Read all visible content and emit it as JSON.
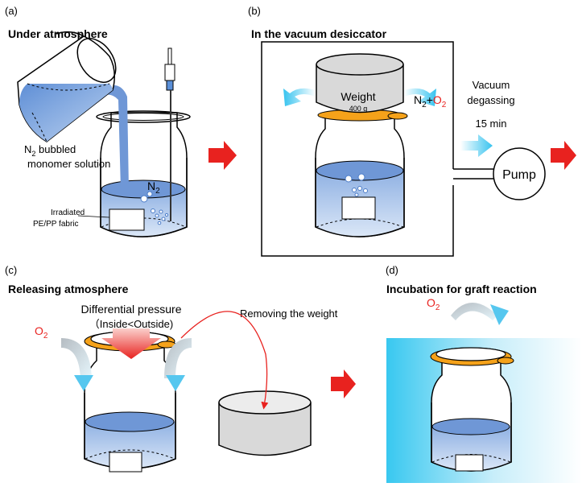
{
  "panel_a": {
    "tag": "(a)",
    "heading": "Under atmosphere",
    "monomer_label": {
      "pre": "N",
      "sub": "2",
      "post": " bubbled"
    },
    "monomer_label_line2": "monomer solution",
    "n2_label": {
      "pre": "N",
      "sub": "2"
    },
    "fabric_label_line1": "Irradiated",
    "fabric_label_line2": "PE/PP fabric"
  },
  "panel_b": {
    "tag": "(b)",
    "heading": "In the vacuum desiccator",
    "weight_label": "Weight",
    "weight_value": "400 g",
    "gas_label": {
      "n": "N",
      "n_sub": "2",
      "plus": "+",
      "o": "O",
      "o_sub": "2"
    },
    "vacuum_line1": "Vacuum",
    "vacuum_line2": "degassing",
    "vacuum_time": "15 min",
    "pump_label": "Pump"
  },
  "panel_c": {
    "tag": "(c)",
    "heading": "Releasing atmosphere",
    "pressure_line1": "Differential pressure",
    "pressure_line2": "（Inside<Outside)",
    "o2_label": {
      "pre": "O",
      "sub": "2"
    },
    "removing_label": "Removing the weight"
  },
  "panel_d": {
    "tag": "(d)",
    "heading": "Incubation for graft reaction",
    "o2_label": {
      "pre": "O",
      "sub": "2"
    }
  },
  "colors": {
    "arrow_red": "#e8221f",
    "oxygen_red": "#e8221f",
    "liquid_blue": "#9bb9e4",
    "liquid_top": "#6f97d6",
    "lid_orange": "#f5a21a",
    "weight_gray": "#d9d9d9",
    "vapor_cyan": "#4fc8ef",
    "incubator_cyan": "#38c8f0"
  }
}
